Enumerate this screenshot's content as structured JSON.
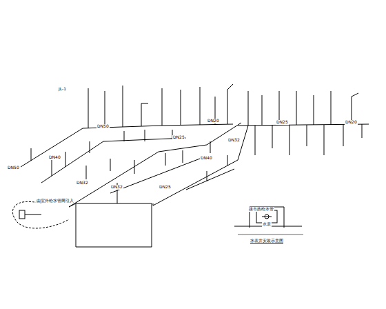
{
  "diagram": {
    "caption": "水表井安装示意图",
    "labels": [
      "由室外给水管网引入",
      "DN50",
      "DN40",
      "DN32",
      "DN25",
      "DN20",
      "DN40",
      "DN32",
      "DN25",
      "DN20",
      "DN32",
      "DN25",
      "JL-1",
      "接市政给水管",
      "水表",
      "DN50"
    ]
  }
}
